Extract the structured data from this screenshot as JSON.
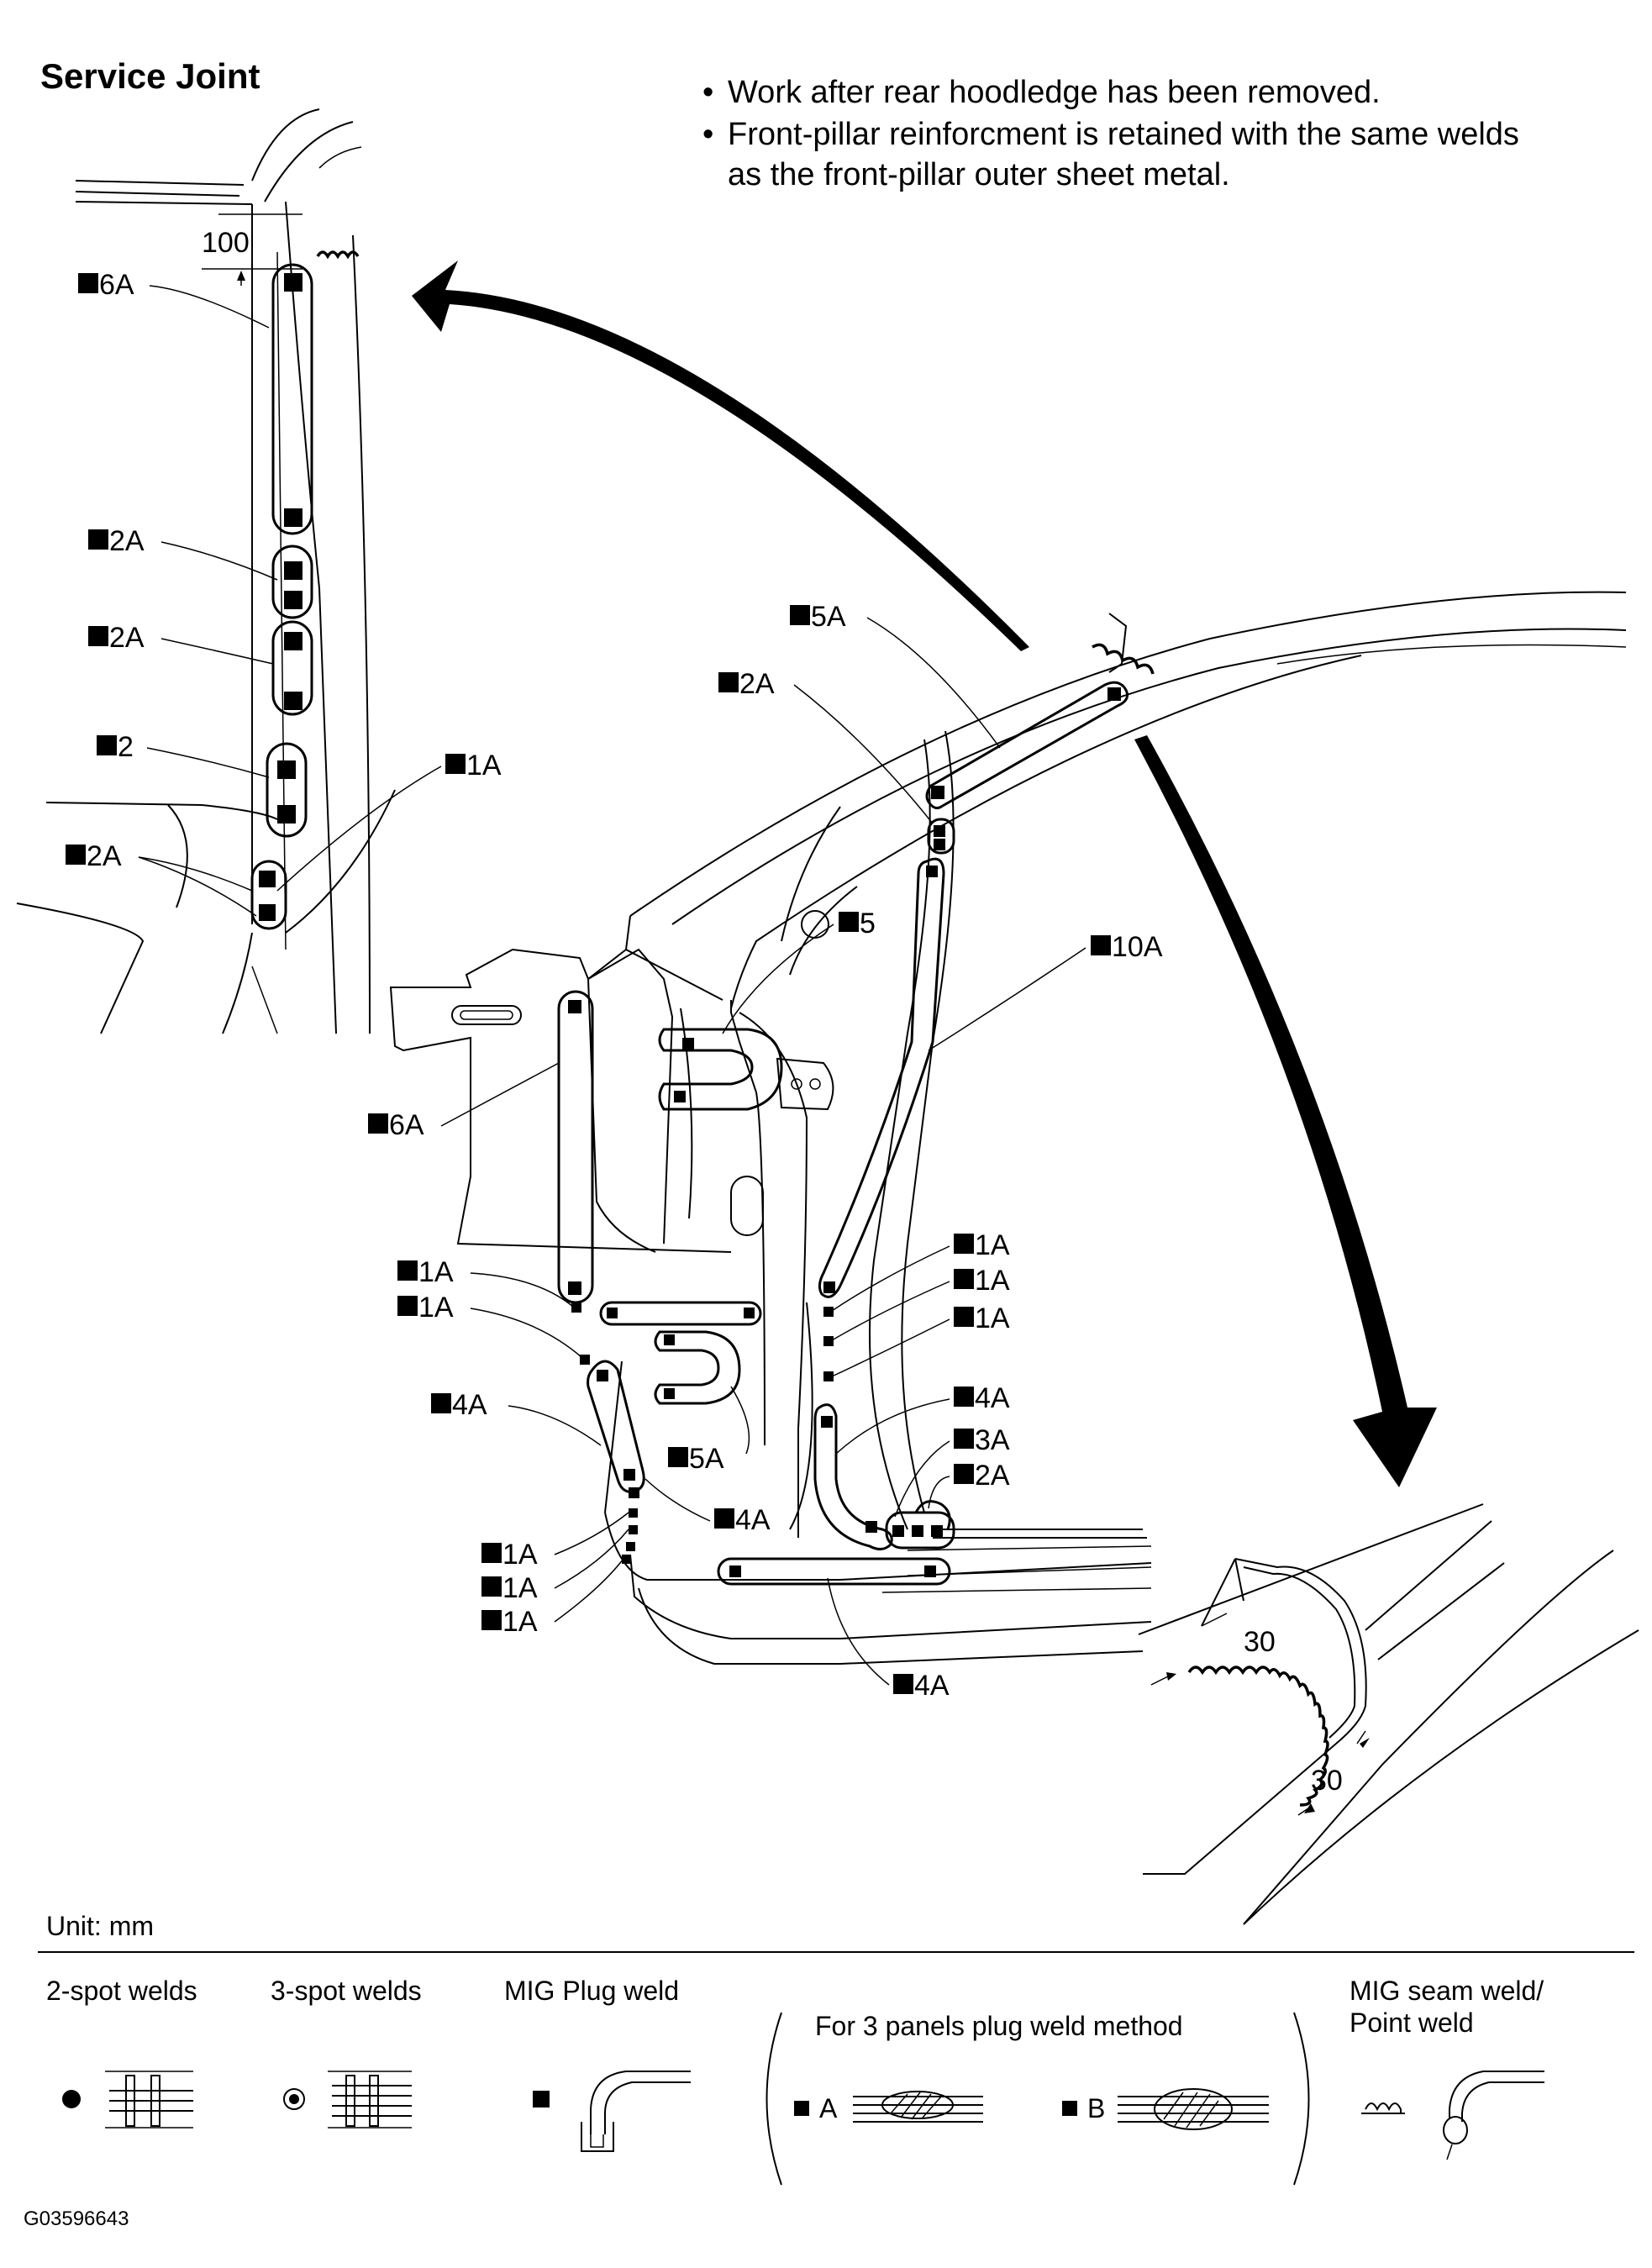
{
  "title": "Service Joint",
  "notes": [
    "Work after rear hoodledge has been removed.",
    "Front-pillar reinforcment is retained with the same welds",
    "as the front-pillar outer sheet metal."
  ],
  "unit": "Unit: mm",
  "figure_id": "G03596643",
  "dimensions": {
    "top": "100",
    "detail_a": "30",
    "detail_b": "30"
  },
  "labels": {
    "left_6A": "6A",
    "left_2A_1": "2A",
    "left_2A_2": "2A",
    "left_2": "2",
    "left_1A": "1A",
    "left_2A_3": "2A",
    "main_5A": "5A",
    "main_2A_top": "2A",
    "main_10A": "10A",
    "main_5": "5",
    "main_6A": "6A",
    "main_1A_a": "1A",
    "main_1A_b": "1A",
    "main_1A_r1": "1A",
    "main_1A_r2": "1A",
    "main_1A_r3": "1A",
    "main_4A_r": "4A",
    "main_3A": "3A",
    "main_2A_r": "2A",
    "main_4A_l": "4A",
    "main_5A_low": "5A",
    "main_4A_mid": "4A",
    "main_1A_b1": "1A",
    "main_1A_b2": "1A",
    "main_1A_b3": "1A",
    "main_4A_bottom": "4A"
  },
  "legend": {
    "two_spot": "2-spot welds",
    "three_spot": "3-spot welds",
    "mig_plug": "MIG Plug weld",
    "three_panel": "For 3 panels plug weld method",
    "method_a": "A",
    "method_b": "B",
    "mig_seam_1": "MIG seam weld/",
    "mig_seam_2": "Point weld"
  }
}
